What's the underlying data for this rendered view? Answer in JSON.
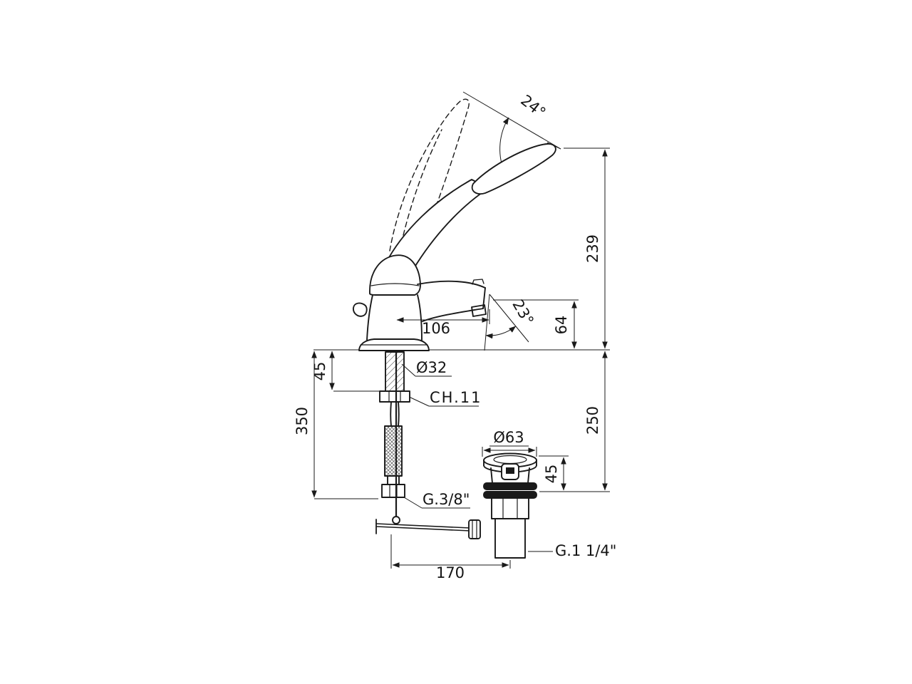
{
  "diagram": {
    "background": "#ffffff",
    "stroke_color": "#1a1a1a",
    "labels": {
      "handle_angle": "24°",
      "overall_height": "239",
      "spout_angle": "23°",
      "outlet_height": "64",
      "spout_reach": "106",
      "shank_diameter": "Ø32",
      "shank_depth": "45",
      "wrench_size": "CH.11",
      "hose_drop": "350",
      "drain_drop": "250",
      "flange_diameter": "Ø63",
      "flange_depth": "45",
      "supply_thread": "G.3/8\"",
      "waste_thread": "G.1 1/4\"",
      "drain_offset": "170"
    }
  }
}
